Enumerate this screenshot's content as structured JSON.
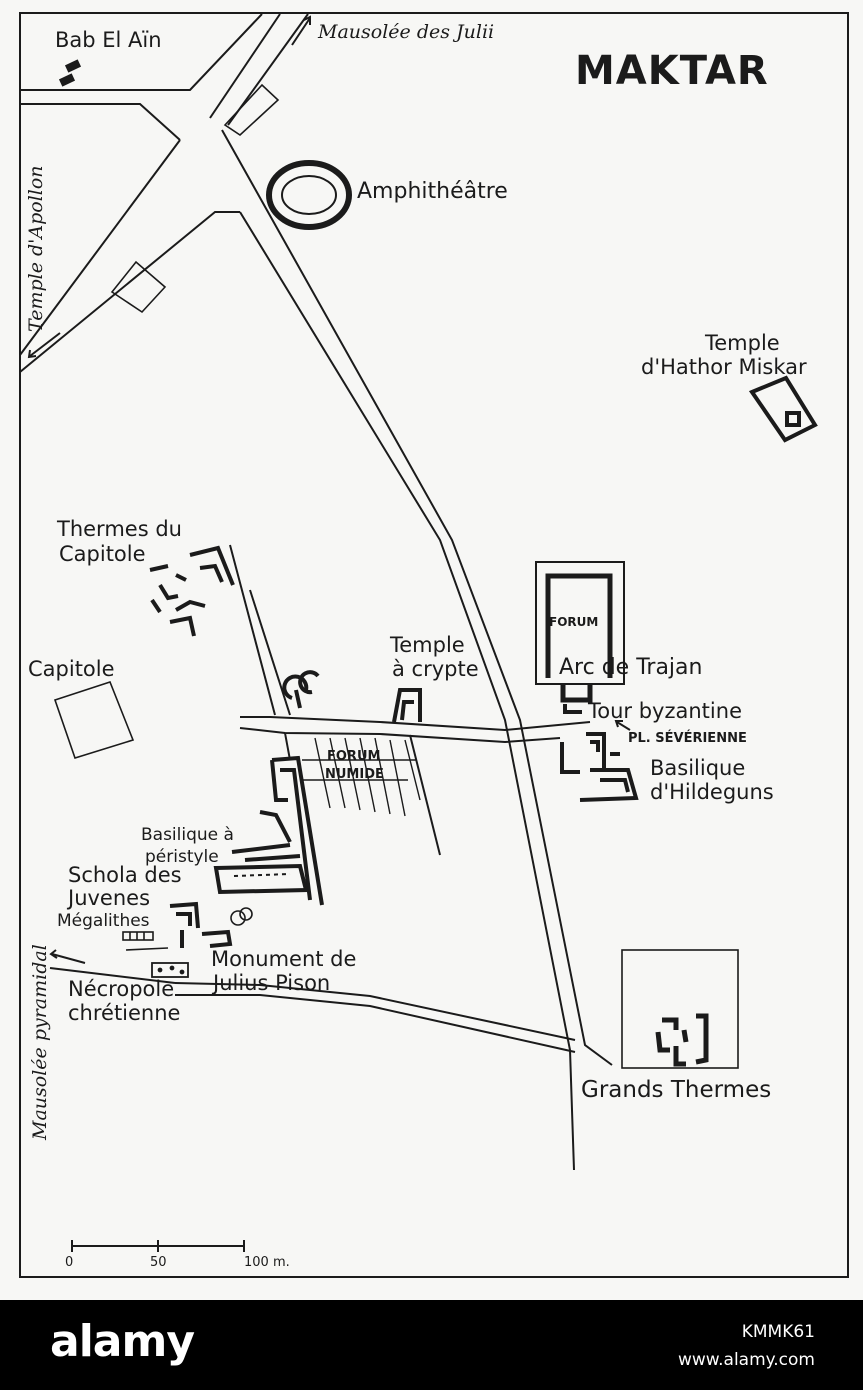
{
  "map": {
    "title": "MAKTAR",
    "labels": {
      "bab_el_ain": "Bab El Aïn",
      "mausolee_julii": "Mausolée des Julii",
      "temple_apollon": "Temple d'Apollon",
      "amphitheatre": "Amphithéâtre",
      "temple_hathor_1": "Temple",
      "temple_hathor_2": "d'Hathor Miskar",
      "thermes_capitole_1": "Thermes du",
      "thermes_capitole_2": "Capitole",
      "capitole": "Capitole",
      "temple_crypte_1": "Temple",
      "temple_crypte_2": "à crypte",
      "forum": "FORUM",
      "arc_trajan": "Arc de Trajan",
      "tour_byzantine": "Tour byzantine",
      "pl_severienne": "PL. SÉVÉRIENNE",
      "basilique_hildeguns_1": "Basilique",
      "basilique_hildeguns_2": "d'Hildeguns",
      "forum_numide_1": "FORUM",
      "forum_numide_2": "NUMIDE",
      "basilique_peristyle_1": "Basilique à",
      "basilique_peristyle_2": "péristyle",
      "schola_1": "Schola des",
      "schola_2": "Juvenes",
      "megalithes": "Mégalithes",
      "monument_pison_1": "Monument de",
      "monument_pison_2": "Julius Pison",
      "necropole_1": "Nécropole",
      "necropole_2": "chrétienne",
      "mausolee_pyramidal": "Mausolée pyramidal",
      "grands_thermes": "Grands Thermes"
    },
    "scale": {
      "ticks": [
        "0",
        "50",
        "100 m."
      ]
    }
  },
  "footer": {
    "brand": "alamy",
    "image_id": "KMMK61",
    "url": "www.alamy.com"
  },
  "colors": {
    "ink": "#1b1b1b",
    "paper": "#f7f7f5",
    "footer_bg": "#000000",
    "footer_text": "#ffffff"
  }
}
